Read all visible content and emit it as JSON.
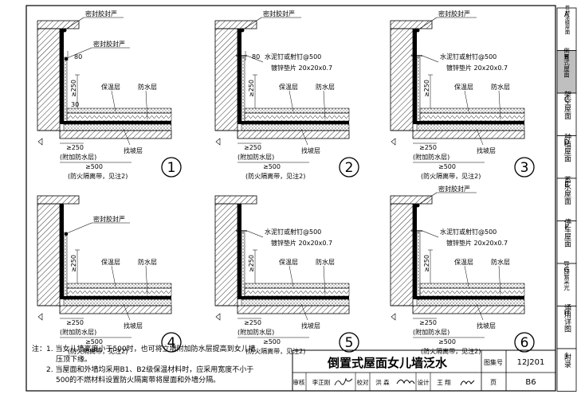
{
  "sheet": {
    "title": "倒置式屋面女儿墙泛水",
    "atlas_label": "图集号",
    "atlas_no": "12J201",
    "page_label": "页",
    "page_no": "B6",
    "review_label": "审核",
    "reviewer": "李正刚",
    "proof_label": "校对",
    "proofer": "洪  森",
    "design_label": "设计",
    "designer": "王  翔"
  },
  "tabs": [
    {
      "letter": "A",
      "label": "卷材涂膜屋面",
      "active": false
    },
    {
      "letter": "B",
      "label": "倒置式屋面",
      "active": true
    },
    {
      "letter": "C",
      "label": "架空屋面",
      "active": false
    },
    {
      "letter": "D",
      "label": "种植屋面",
      "active": false
    },
    {
      "letter": "E",
      "label": "蓄水屋面",
      "active": false
    },
    {
      "letter": "F",
      "label": "停车屋面",
      "active": false
    },
    {
      "letter": "G",
      "label": "导光管采光",
      "active": false
    },
    {
      "letter": "H",
      "label": "通用详图",
      "active": false
    },
    {
      "letter": "J",
      "label": "附录",
      "active": false
    }
  ],
  "notes": {
    "prefix": "注：",
    "lines": [
      "1. 当女儿墙高度小于500时，也可将立墙附加防水层提高到女儿墙",
      "压顶下缘。",
      "2. 当屋面和外墙均采用B1、B2级保温材料时，应采用宽度不小于",
      "500的不燃材料设置防火隔离带将屋面和外墙分隔。"
    ]
  },
  "labels": {
    "seal": "密封胶封严",
    "nail": "水泥钉或射钉@500",
    "washer": "镀锌垫片 20x20x0.7",
    "insulation": "保温层",
    "waterproof": "防水层",
    "slope": "找坡层",
    "extra_wp": "(附加防水层)",
    "firebreak": "(防火隔离带，见注2)",
    "d250": "≥250",
    "d500": "≥500",
    "d80": "80",
    "d30": "30"
  },
  "details": [
    {
      "num": "1",
      "seal_top": true,
      "seal_mid": true,
      "nail": false,
      "dim80": true,
      "dim30": true
    },
    {
      "num": "2",
      "seal_top": true,
      "seal_mid": false,
      "nail": true,
      "dim80": true,
      "dim30": false
    },
    {
      "num": "3",
      "seal_top": true,
      "seal_mid": false,
      "nail": true,
      "dim80": false,
      "dim30": false
    },
    {
      "num": "4",
      "seal_top": false,
      "seal_mid": true,
      "nail": false,
      "dim80": false,
      "dim30": false
    },
    {
      "num": "5",
      "seal_top": false,
      "seal_mid": false,
      "nail": true,
      "dim80": false,
      "dim30": false
    },
    {
      "num": "6",
      "seal_top": true,
      "seal_mid": false,
      "nail": true,
      "dim80": false,
      "dim30": false
    }
  ]
}
